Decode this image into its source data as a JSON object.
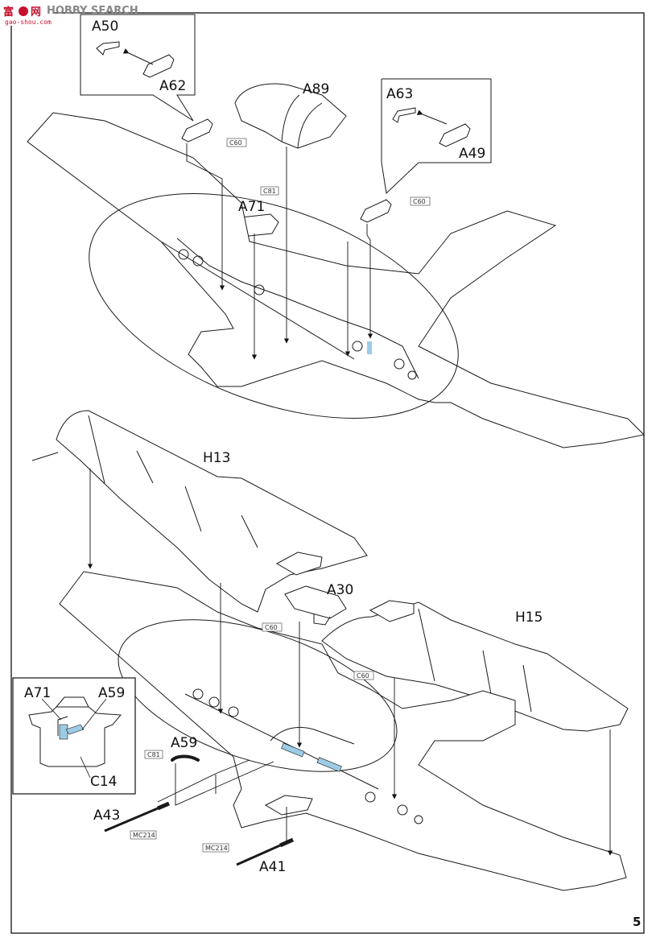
{
  "watermark": {
    "logo_cn": "富",
    "logo_cn2": "网",
    "brand": "HOBBY SEARCH",
    "url": "gao-shou.com"
  },
  "top_step": {
    "detail_left": {
      "a": "A50",
      "b": "A62"
    },
    "detail_right": {
      "a": "A63",
      "b": "A49"
    },
    "labels": {
      "a89": "A89",
      "a71": "A71"
    },
    "refs": {
      "c60_a": "C60",
      "c60_b": "C60",
      "c81": "C81"
    }
  },
  "bottom_step": {
    "labels": {
      "h13": "H13",
      "h15": "H15",
      "a30": "A30",
      "a59": "A59",
      "a43": "A43",
      "a41": "A41"
    },
    "refs": {
      "c60_a": "C60",
      "c60_b": "C60",
      "c81": "C81",
      "mc214_a": "MC214",
      "mc214_b": "MC214"
    },
    "inset": {
      "a71": "A71",
      "a59": "A59",
      "c14": "C14"
    }
  },
  "page_number": "5",
  "colors": {
    "line": "#1a1a1a",
    "highlight": "#9ccbe6",
    "frame": "#222222"
  }
}
